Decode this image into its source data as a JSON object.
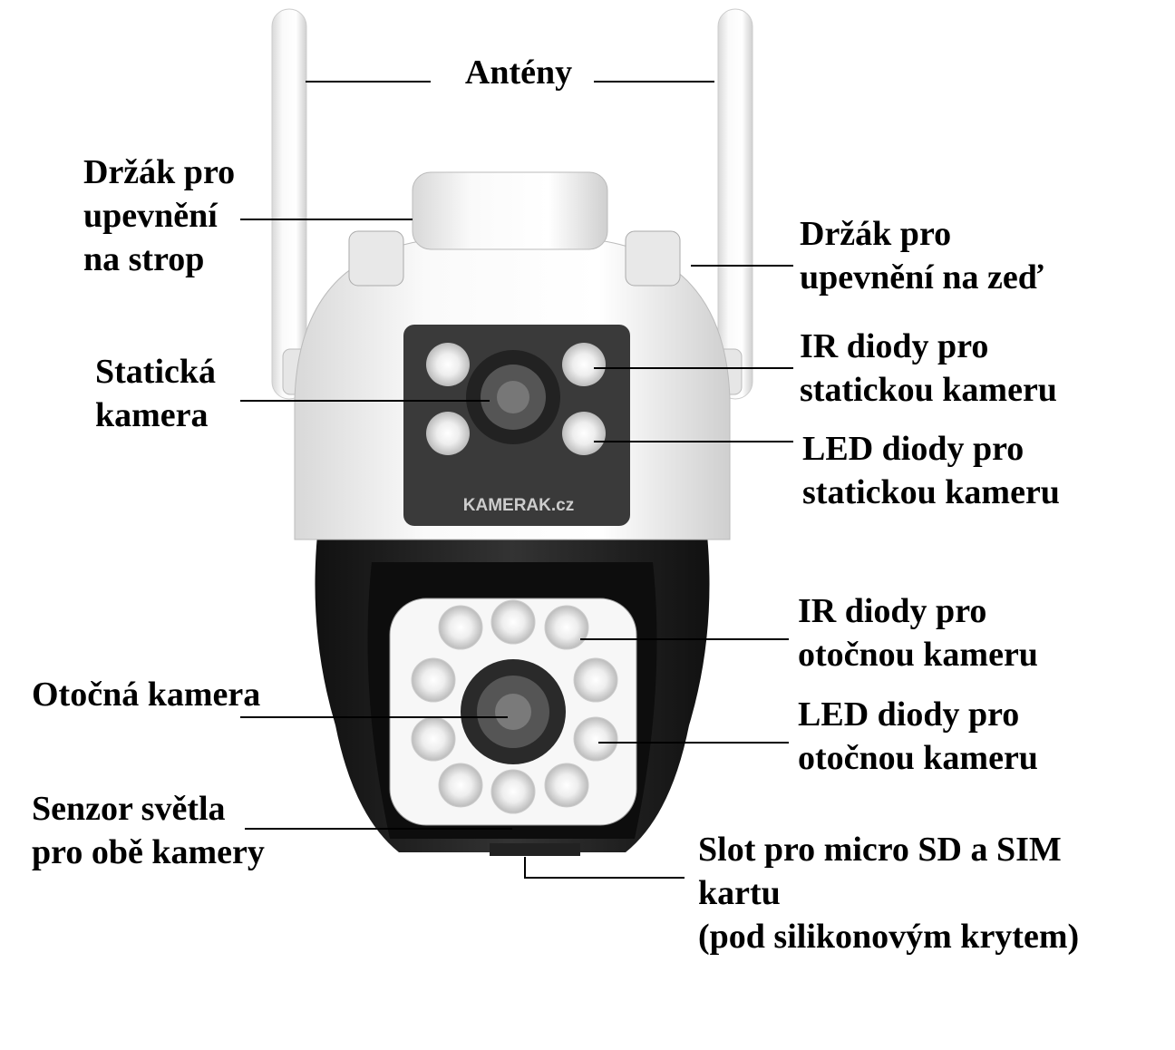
{
  "labels": {
    "antennas": "Antény",
    "ceiling_mount": [
      "Držák pro",
      "upevnění",
      "na strop"
    ],
    "wall_mount": [
      "Držák pro",
      "upevnění na zeď"
    ],
    "static_camera": [
      "Statická",
      "kamera"
    ],
    "ir_static": [
      "IR diody pro",
      "statickou kameru"
    ],
    "led_static": [
      "LED diody pro",
      "statickou kameru"
    ],
    "ir_rotating": [
      "IR diody pro",
      "otočnou kameru"
    ],
    "led_rotating": [
      "LED diody pro",
      "otočnou kameru"
    ],
    "rotating_camera": "Otočná kamera",
    "light_sensor": [
      "Senzor světla",
      "pro obě kamery"
    ],
    "sd_slot": [
      "Slot pro micro SD a SIM",
      "kartu",
      "(pod silikonovým krytem)"
    ]
  },
  "logo": "KAMERAK.cz",
  "colors": {
    "body": "#f4f4f4",
    "panel": "#3a3a3a",
    "lower": "#1a1a1a",
    "text": "#000000"
  }
}
